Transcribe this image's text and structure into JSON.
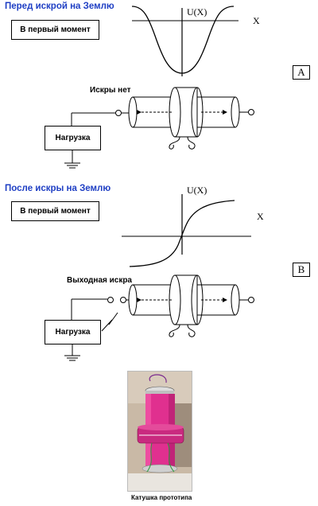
{
  "panel_a": {
    "heading": "Перед искрой на  Землю",
    "moment_label": "В первый момент",
    "curve_y_label": "U(X)",
    "curve_x_label": "X",
    "tag": "A",
    "spark_label": "Искры нет",
    "load_label": "Нагрузка"
  },
  "panel_b": {
    "heading": "После искры на  Землю",
    "moment_label": "В первый момент",
    "curve_y_label": "U(X)",
    "curve_x_label": "X",
    "tag": "B",
    "spark_label": "Выходная искра",
    "load_label": "Нагрузка"
  },
  "photo": {
    "caption": "Катушка прототипа"
  },
  "colors": {
    "heading": "#1f3fc4",
    "coil_pink": "#e0308f"
  }
}
